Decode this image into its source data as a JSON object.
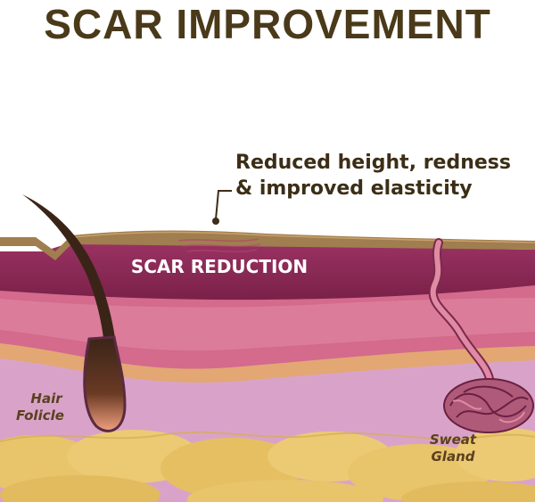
{
  "title": "SCAR IMPROVEMENT",
  "callout": {
    "line1": "Reduced height, redness",
    "line2": "& improved elasticity"
  },
  "labels": {
    "scar_reduction": "SCAR REDUCTION",
    "hair_follicle_line1": "Hair",
    "hair_follicle_line2": "Folicle",
    "sweat_gland_line1": "Sweat",
    "sweat_gland_line2": "Gland"
  },
  "colors": {
    "title": "#4a3a1a",
    "epidermis_top": "#8c6a3a",
    "dermis_dark": "#8a2a55",
    "dermis_mid": "#c9567a",
    "dermis_light": "#d98aa3",
    "orange_band": "#e0a070",
    "lower_dermis": "#d9a3c9",
    "fat": "#e8c46a",
    "hair": "#3a2418",
    "gland": "#b05a7a"
  }
}
